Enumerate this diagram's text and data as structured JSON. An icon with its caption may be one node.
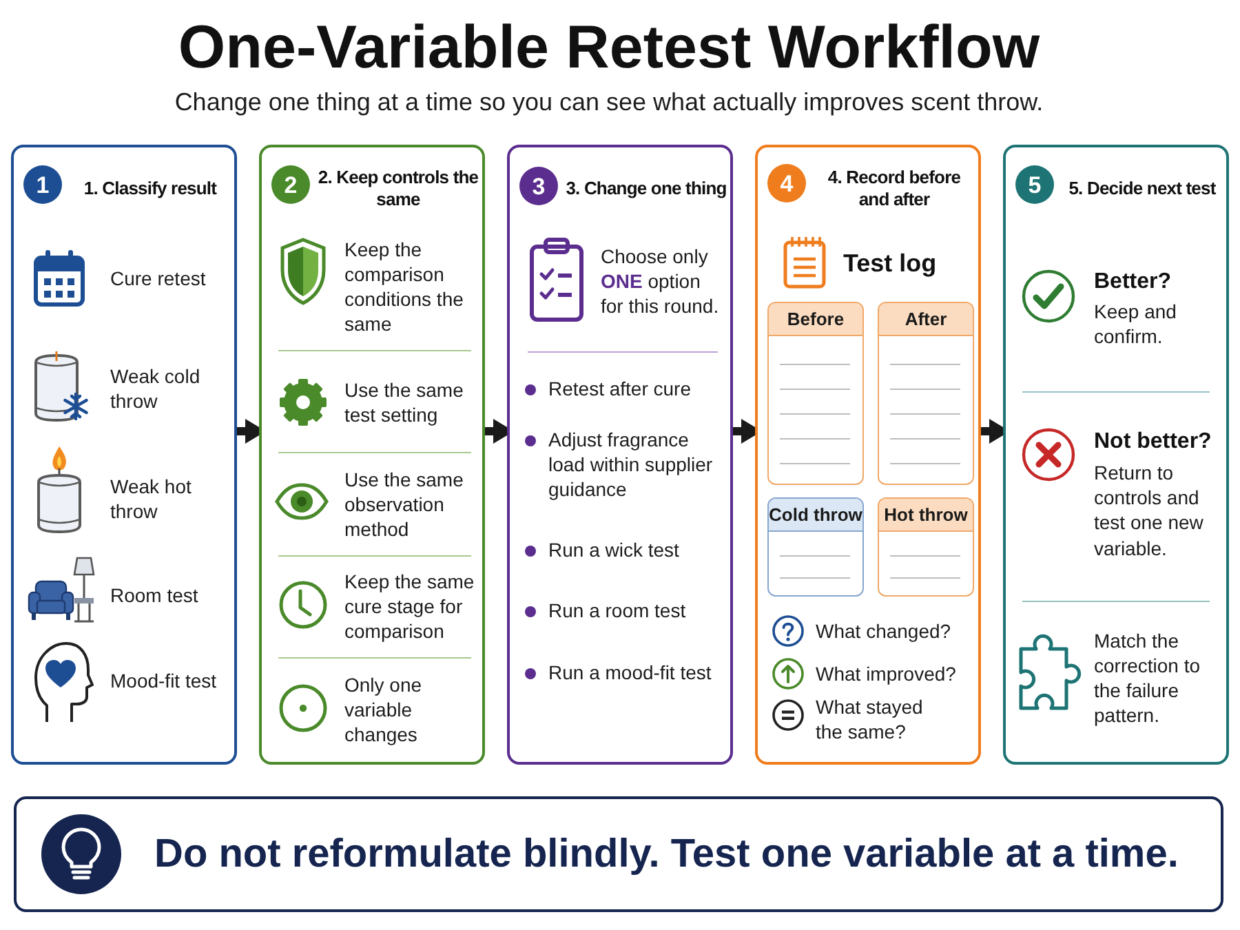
{
  "diagram": {
    "title": "One-Variable Retest Workflow",
    "nodes": [
      {
        "text": [
          "1. Classify result"
        ]
      },
      {
        "text": [
          "1"
        ],
        "in": 0
      },
      {
        "text": [
          "2. Keep controls the same"
        ]
      },
      {
        "text": [
          "2"
        ],
        "in": 2
      },
      {
        "text": [
          "3. Change one thing"
        ]
      },
      {
        "text": [
          "3"
        ],
        "in": 4
      },
      {
        "text": [
          "4. Record before and after"
        ]
      },
      {
        "text": [
          "4"
        ],
        "in": 6
      },
      {
        "text": [
          "Before"
        ],
        "in": 6
      },
      {
        "text": [
          "After"
        ],
        "in": 6
      },
      {
        "text": [
          "Cold throw"
        ],
        "in": 6
      },
      {
        "text": [
          "Hot throw"
        ],
        "in": 6
      },
      {
        "text": [
          "5. Decide next test"
        ]
      },
      {
        "text": [
          "5"
        ],
        "in": 12
      },
      {
        "text": [
          "Do not reformulate blindly. Test one variable at a time."
        ]
      }
    ],
    "edges": [
      {
        "from": 0,
        "to": 2,
        "arrow": "to"
      },
      {
        "from": 2,
        "to": 4,
        "arrow": "to"
      },
      {
        "from": 4,
        "to": 6,
        "arrow": "to"
      },
      {
        "from": 6,
        "to": 12,
        "arrow": "to"
      }
    ],
    "labels": [
      "Change one thing at a time so you can see what actually improves scent throw.",
      "Cure retest",
      "Weak cold throw",
      "Weak hot throw",
      "Room test",
      "Mood-fit test",
      "Keep the comparison conditions the same",
      "Use the same test setting",
      "Use the same observation method",
      "Keep the same cure stage for comparison",
      "Only one variable changes",
      "Choose only **ONE** option for this round.",
      "Retest after cure",
      "Adjust fragrance load within supplier guidance",
      "Run a wick test",
      "Run a room test",
      "Run a mood-fit test",
      "Test log",
      "What changed?",
      "What improved?",
      "What stayed the same?",
      "Better?",
      "Keep and confirm.",
      "Not better?",
      "Return to controls and test one new variable.",
      "Match the correction to the failure pattern."
    ]
  }
}
